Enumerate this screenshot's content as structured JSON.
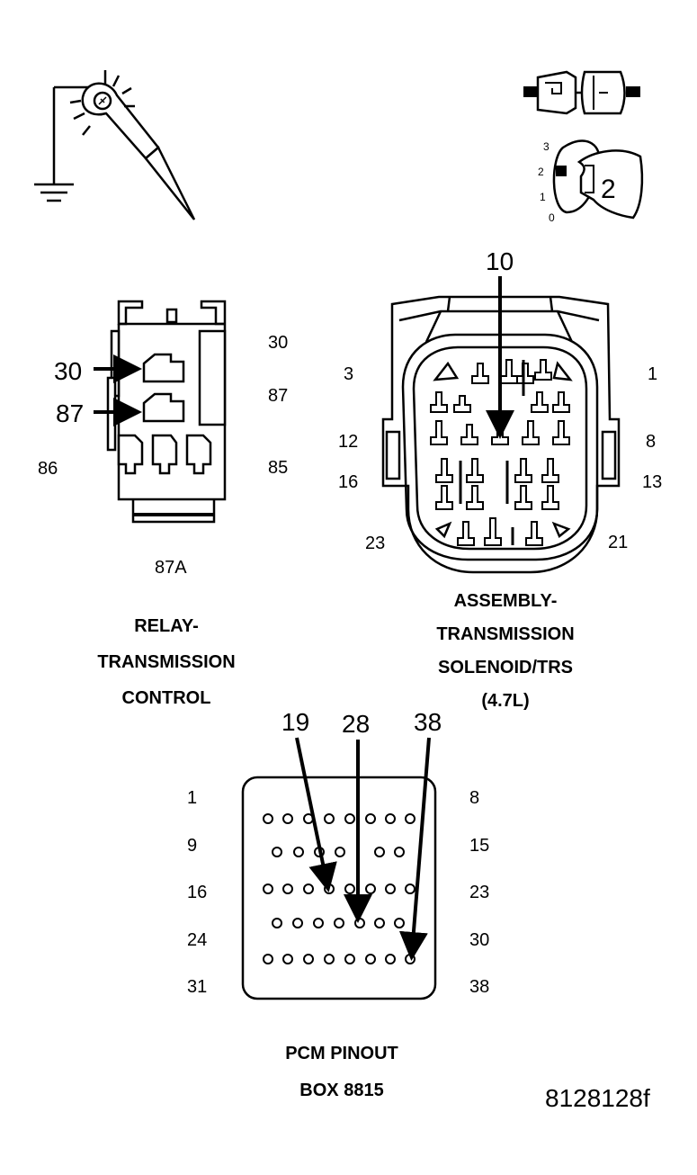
{
  "meter_icon": {
    "name": "test-probe-ground-icon"
  },
  "key_icon": {
    "name": "ignition-key-icon",
    "positions": [
      "3",
      "2",
      "1",
      "0"
    ],
    "key_label": "2"
  },
  "relay": {
    "callouts": [
      "30",
      "87"
    ],
    "pin_labels": {
      "p30": "30",
      "p87": "87",
      "p86": "86",
      "p85": "85",
      "p87a": "87A"
    },
    "title": [
      "RELAY-",
      "TRANSMISSION",
      "CONTROL"
    ]
  },
  "solenoid": {
    "callout": "10",
    "pin_labels": {
      "p3": "3",
      "p1": "1",
      "p12": "12",
      "p8": "8",
      "p16": "16",
      "p13": "13",
      "p23": "23",
      "p21": "21"
    },
    "title": [
      "ASSEMBLY-",
      "TRANSMISSION",
      "SOLENOID/TRS",
      "(4.7L)"
    ]
  },
  "pcm": {
    "callouts": [
      "19",
      "28",
      "38"
    ],
    "left_labels": [
      "1",
      "9",
      "16",
      "24",
      "31"
    ],
    "right_labels": [
      "8",
      "15",
      "23",
      "30",
      "38"
    ],
    "title": [
      "PCM PINOUT",
      "BOX 8815"
    ]
  },
  "figure_id": "8128128f"
}
